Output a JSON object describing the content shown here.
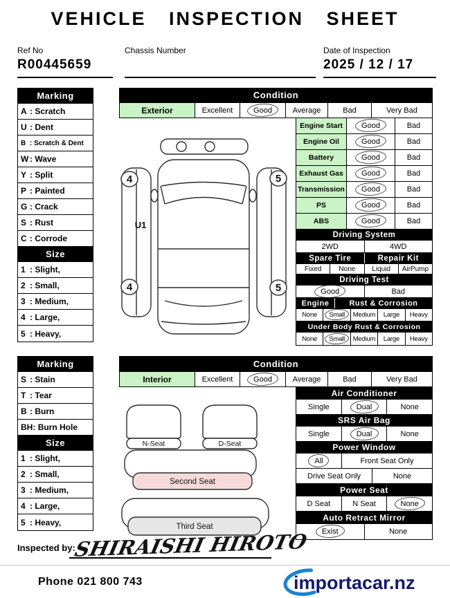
{
  "title": "VEHICLE INSPECTION SHEET",
  "colors": {
    "section_green": "#c9f2c5",
    "second_seat_pink": "#f6dada",
    "third_seat_gray": "#e6e6e6",
    "logo_navy": "#121a6e",
    "logo_blue": "#1d82d2"
  },
  "header": {
    "ref_no_label": "Ref No",
    "ref_no_value": "R00445659",
    "chassis_label": "Chassis Number",
    "chassis_value": "",
    "date_label": "Date of Inspection",
    "date_value": "2025 / 12 / 17"
  },
  "ext": {
    "marking_title": "Marking",
    "markings": [
      {
        "code": "A",
        "label": "Scratch"
      },
      {
        "code": "U",
        "label": "Dent"
      },
      {
        "code": "B",
        "label": "Scratch & Dent"
      },
      {
        "code": "W",
        "label": "Wave"
      },
      {
        "code": "Y",
        "label": "Split"
      },
      {
        "code": "P",
        "label": "Painted"
      },
      {
        "code": "G",
        "label": "Crack"
      },
      {
        "code": "S",
        "label": "Rust"
      },
      {
        "code": "C",
        "label": "Corrode"
      }
    ],
    "size_title": "Size",
    "sizes": [
      {
        "code": "1",
        "label": "Slight,"
      },
      {
        "code": "2",
        "label": "Small,"
      },
      {
        "code": "3",
        "label": "Medium,"
      },
      {
        "code": "4",
        "label": "Large,"
      },
      {
        "code": "5",
        "label": "Heavy,"
      }
    ],
    "condition_title": "Condition",
    "section_label": "Exterior",
    "scale": [
      "Excellent",
      "Good",
      "Average",
      "Bad",
      "Very Bad"
    ],
    "scale_selected": "Good",
    "checks": [
      {
        "label": "Engine Start",
        "good": "Good",
        "bad": "Bad",
        "selected": "Good"
      },
      {
        "label": "Engine Oil",
        "good": "Good",
        "bad": "Bad",
        "selected": "Good"
      },
      {
        "label": "Battery",
        "good": "Good",
        "bad": "Bad",
        "selected": "Good"
      },
      {
        "label": "Exhaust Gas",
        "good": "Good",
        "bad": "Bad",
        "selected": "Good"
      },
      {
        "label": "Transmission",
        "good": "Good",
        "bad": "Bad",
        "selected": "Good"
      },
      {
        "label": "PS",
        "good": "Good",
        "bad": "Bad",
        "selected": "Good"
      },
      {
        "label": "ABS",
        "good": "Good",
        "bad": "Bad",
        "selected": "Good"
      }
    ],
    "driving_system": {
      "title": "Driving System",
      "opt1": "2WD",
      "opt2": "4WD",
      "selected": ""
    },
    "spare_tire": {
      "title": "Spare Tire",
      "opt1": "Fixed",
      "opt2": "None",
      "selected": ""
    },
    "repair_kit": {
      "title": "Repair Kit",
      "opt1": "Liquid",
      "opt2": "AirPump",
      "selected": ""
    },
    "driving_test": {
      "title": "Driving Test",
      "opt1": "Good",
      "opt2": "Bad",
      "selected": "Good"
    },
    "engine_rust": {
      "title_left": "Engine",
      "title_right": "Rust & Corrosion",
      "opts": [
        "None",
        "Small",
        "Medium",
        "Large",
        "Heavy"
      ],
      "selected": "Small"
    },
    "underbody_rust": {
      "title": "Under Body Rust & Corrosion",
      "opts": [
        "None",
        "Small",
        "Medium",
        "Large",
        "Heavy"
      ],
      "selected": "Small"
    },
    "car_marks": {
      "left_front": "4",
      "left_rear": "4",
      "right_front": "5",
      "right_rear": "5",
      "left_door": "U1"
    }
  },
  "int": {
    "marking_title": "Marking",
    "markings": [
      {
        "code": "S",
        "label": "Stain"
      },
      {
        "code": "T",
        "label": "Tear"
      },
      {
        "code": "B",
        "label": "Burn"
      },
      {
        "code": "BH",
        "label": "Burn Hole"
      }
    ],
    "size_title": "Size",
    "sizes": [
      {
        "code": "1",
        "label": "Slight,"
      },
      {
        "code": "2",
        "label": "Small,"
      },
      {
        "code": "3",
        "label": "Medium,"
      },
      {
        "code": "4",
        "label": "Large,"
      },
      {
        "code": "5",
        "label": "Heavy,"
      }
    ],
    "condition_title": "Condition",
    "section_label": "Interior",
    "scale": [
      "Excellent",
      "Good",
      "Average",
      "Bad",
      "Very Bad"
    ],
    "scale_selected": "Good",
    "air_conditioner": {
      "title": "Air Conditioner",
      "opts": [
        "Single",
        "Dual",
        "None"
      ],
      "selected": "Dual"
    },
    "srs_air_bag": {
      "title": "SRS Air Bag",
      "opts": [
        "Single",
        "Dual",
        "None"
      ],
      "selected": "Dual"
    },
    "power_window": {
      "title": "Power Window",
      "row1": [
        "All",
        "Front Seat Only"
      ],
      "row2": [
        "Drive Seat Only",
        "None"
      ],
      "selected": "All"
    },
    "power_seat": {
      "title": "Power Seat",
      "opts": [
        "D Seat",
        "N Seat",
        "None"
      ],
      "selected": "None"
    },
    "auto_retract_mirror": {
      "title": "Auto Retract Mirror",
      "opts": [
        "Exist",
        "None"
      ],
      "selected": "Exist"
    },
    "seats": {
      "n_seat": "N-Seat",
      "d_seat": "D-Seat",
      "second": "Second Seat",
      "third": "Third Seat"
    }
  },
  "footer": {
    "inspected_by_label": "Inspected by:",
    "signature": "SHIRAISHI HIROTO",
    "phone": "Phone 021 800 743",
    "logo_text": "importacar.nz"
  }
}
